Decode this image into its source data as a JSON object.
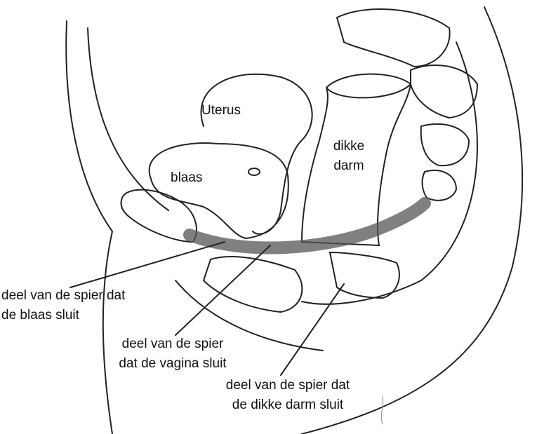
{
  "labels": {
    "uterus": "Uterus",
    "bladder": "blaas",
    "colon_line1": "dikke",
    "colon_line2": "darm",
    "bladder_muscle_line1": "deel van de spier dat",
    "bladder_muscle_line2": "de blaas sluit",
    "vagina_muscle_line1": "deel van de spier",
    "vagina_muscle_line2": "dat de vagina sluit",
    "colon_muscle_line1": "deel van de spier dat",
    "colon_muscle_line2": "de dikke darm sluit"
  },
  "colors": {
    "lines": "#222222",
    "muscle": "#555555"
  }
}
